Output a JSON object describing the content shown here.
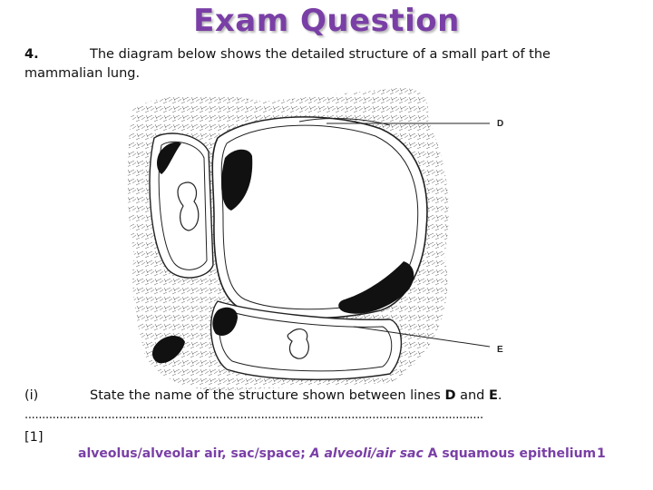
{
  "header": {
    "title": "Exam Question"
  },
  "question": {
    "number": "4.",
    "stem_line1": "The diagram below shows the detailed structure of a small part of the",
    "stem_line2": "mammalian lung."
  },
  "diagram": {
    "labels": {
      "d": "D",
      "e": "E"
    }
  },
  "part_i": {
    "number": "(i)",
    "text_before_d": "State the name of the structure shown between lines ",
    "d": "D",
    "and": " and ",
    "e": "E",
    "end": ".",
    "answer_dots": "....................................................................................................................................",
    "marks": "[1]"
  },
  "answer": {
    "main": "alveolus/alveolar air, sac/space; ",
    "alt1": "A alveoli/air sac",
    "alt2": " A squamous epithelium",
    "mark": "1",
    "color": "#7a3fa6"
  }
}
